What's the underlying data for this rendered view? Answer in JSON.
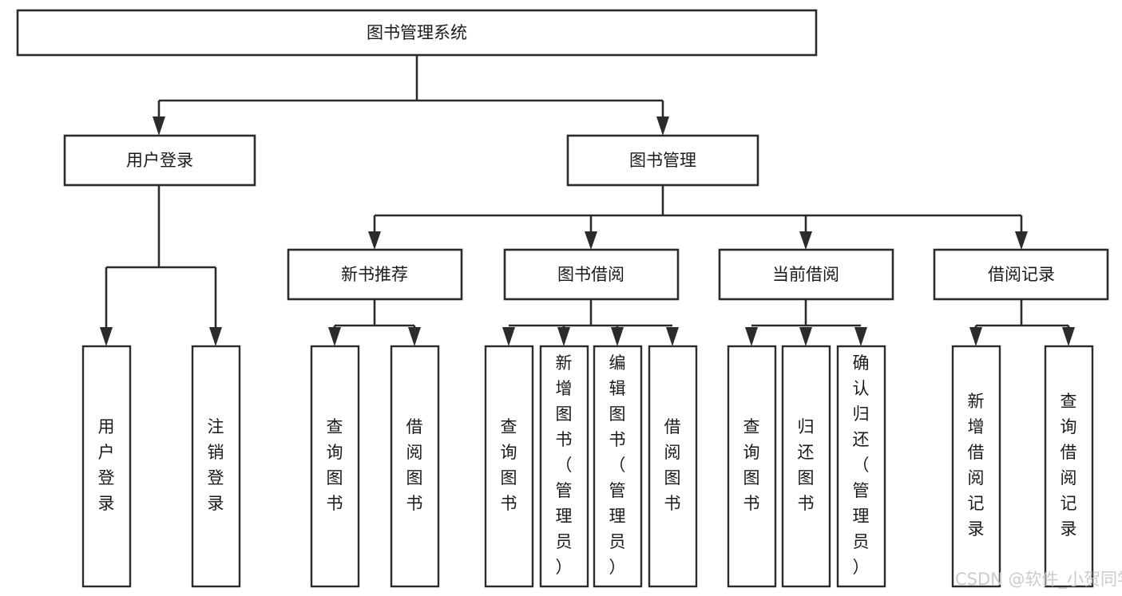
{
  "diagram": {
    "title": "图书管理系统",
    "type": "tree-hierarchy-diagram",
    "levels": 4,
    "colors": {
      "box_stroke": "#2b2b2b",
      "box_fill": "#ffffff",
      "link": "#2b2b2b",
      "text": "#1a1a1a",
      "background": "#ffffff",
      "watermark": "#c9c9c9"
    },
    "root": {
      "label": "图书管理系统"
    },
    "level2": [
      {
        "id": "user-login",
        "label": "用户登录"
      },
      {
        "id": "book-management",
        "label": "图书管理"
      }
    ],
    "level3": [
      {
        "id": "new-book-recommend",
        "label": "新书推荐",
        "parent": "book-management"
      },
      {
        "id": "book-borrow",
        "label": "图书借阅",
        "parent": "book-management"
      },
      {
        "id": "current-borrow",
        "label": "当前借阅",
        "parent": "book-management"
      },
      {
        "id": "borrow-record",
        "label": "借阅记录",
        "parent": "book-management"
      }
    ],
    "leaves": {
      "user-login": [
        {
          "id": "leaf-user-login",
          "label": "用户登录"
        },
        {
          "id": "leaf-user-logout",
          "label": "注销登录"
        }
      ],
      "new-book-recommend": [
        {
          "id": "leaf-query-book-1",
          "label": "查询图书"
        },
        {
          "id": "leaf-borrow-book-1",
          "label": "借阅图书"
        }
      ],
      "book-borrow": [
        {
          "id": "leaf-query-book-2",
          "label": "查询图书"
        },
        {
          "id": "leaf-add-book",
          "label": "新增图书（管理员）"
        },
        {
          "id": "leaf-edit-book",
          "label": "编辑图书（管理员）"
        },
        {
          "id": "leaf-borrow-book-2",
          "label": "借阅图书"
        }
      ],
      "current-borrow": [
        {
          "id": "leaf-query-book-3",
          "label": "查询图书"
        },
        {
          "id": "leaf-return-book",
          "label": "归还图书"
        },
        {
          "id": "leaf-confirm-return",
          "label": "确认归还（管理员）"
        }
      ],
      "borrow-record": [
        {
          "id": "leaf-add-record",
          "label": "新增借阅记录"
        },
        {
          "id": "leaf-query-record",
          "label": "查询借阅记录"
        }
      ]
    }
  },
  "watermark": {
    "text": "CSDN @软件_小贺同学"
  }
}
